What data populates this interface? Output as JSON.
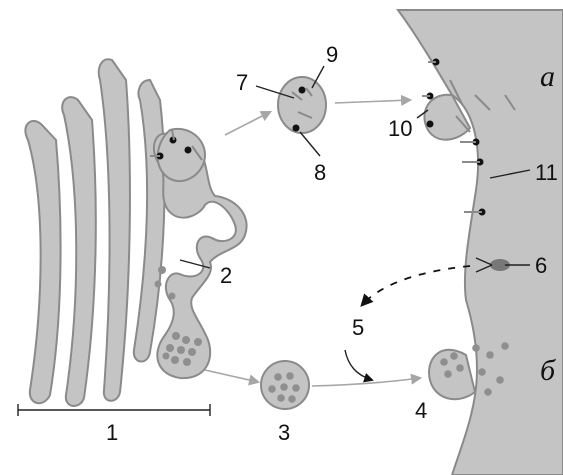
{
  "labels": {
    "golgi": "1",
    "cisterna_budding": "2",
    "secretory_vesicle": "3",
    "exocytosis_site": "4",
    "signal_path": "5",
    "receptor": "6",
    "transport_vesicle": "7",
    "vesicle_dot_lower": "8",
    "vesicle_dot_upper": "9",
    "fusion_site": "10",
    "plasma_membrane": "11",
    "panel_a": "a",
    "panel_b": "б"
  },
  "colors": {
    "organelle_fill": "#c4c4c4",
    "organelle_stroke": "#8a8a8a",
    "granule": "#8f8f8f",
    "marker": "#111111",
    "arrow_gray": "#a6a6a6"
  }
}
